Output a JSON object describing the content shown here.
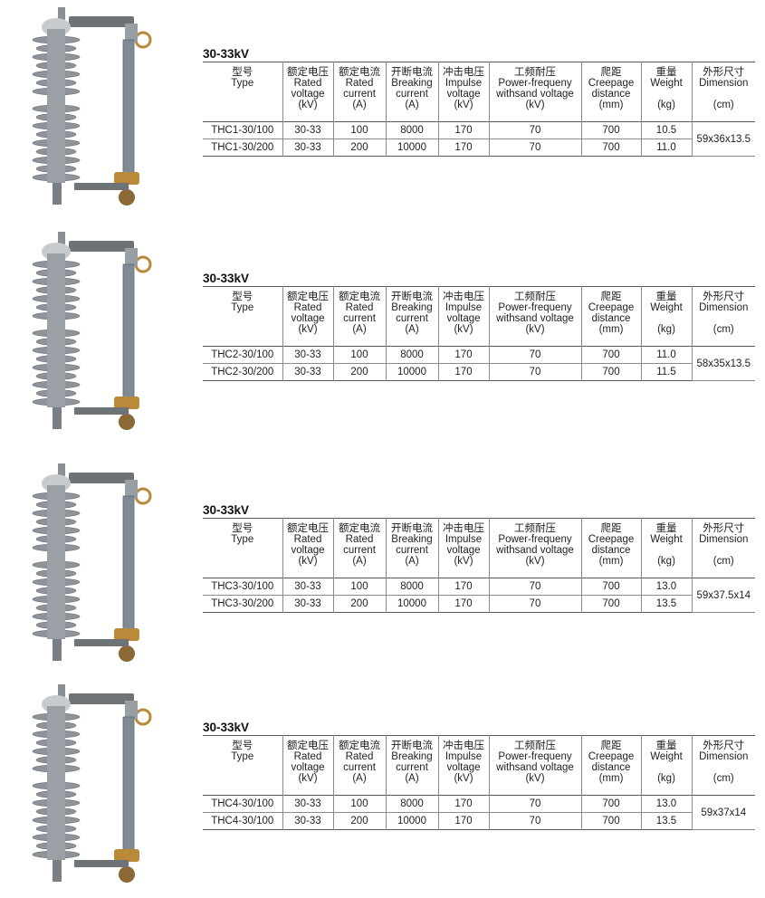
{
  "header_labels": {
    "type_zh": "型号",
    "type_en": "Type",
    "voltage_zh": "额定电压",
    "voltage_en1": "Rated",
    "voltage_en2": "voltage",
    "voltage_unit": "(kV)",
    "current_zh": "额定电流",
    "current_en1": "Rated",
    "current_en2": "current",
    "current_unit": "(A)",
    "breaking_zh": "开断电流",
    "breaking_en1": "Breaking",
    "breaking_en2": "current",
    "breaking_unit": "(A)",
    "impulse_zh": "冲击电压",
    "impulse_en1": "Impulse",
    "impulse_en2": "voltage",
    "impulse_unit": "(kV)",
    "pf_zh": "工频耐压",
    "pf_en1": "Power-frequeny",
    "pf_en2": "withsand voltage",
    "pf_unit": "(kV)",
    "creep_zh": "爬距",
    "creep_en1": "Creepage",
    "creep_en2": "distance",
    "creep_unit": "(mm)",
    "weight_zh": "重量",
    "weight_en1": "Weight",
    "weight_unit": "(kg)",
    "dim_zh": "外形尺寸",
    "dim_en1": "Dimension",
    "dim_unit": "(cm)"
  },
  "products": [
    {
      "voltage_title": "30-33kV",
      "dimension": "59x36x13.5",
      "rows": [
        {
          "type": "THC1-30/100",
          "rated_voltage": "30-33",
          "rated_current": "100",
          "breaking": "8000",
          "impulse": "170",
          "pf_withstand": "70",
          "creepage": "700",
          "weight": "10.5"
        },
        {
          "type": "THC1-30/200",
          "rated_voltage": "30-33",
          "rated_current": "200",
          "breaking": "10000",
          "impulse": "170",
          "pf_withstand": "70",
          "creepage": "700",
          "weight": "11.0"
        }
      ]
    },
    {
      "voltage_title": "30-33kV",
      "dimension": "58x35x13.5",
      "rows": [
        {
          "type": "THC2-30/100",
          "rated_voltage": "30-33",
          "rated_current": "100",
          "breaking": "8000",
          "impulse": "170",
          "pf_withstand": "70",
          "creepage": "700",
          "weight": "11.0"
        },
        {
          "type": "THC2-30/200",
          "rated_voltage": "30-33",
          "rated_current": "200",
          "breaking": "10000",
          "impulse": "170",
          "pf_withstand": "70",
          "creepage": "700",
          "weight": "11.5"
        }
      ]
    },
    {
      "voltage_title": "30-33kV",
      "dimension": "59x37.5x14",
      "rows": [
        {
          "type": "THC3-30/100",
          "rated_voltage": "30-33",
          "rated_current": "100",
          "breaking": "8000",
          "impulse": "170",
          "pf_withstand": "70",
          "creepage": "700",
          "weight": "13.0"
        },
        {
          "type": "THC3-30/200",
          "rated_voltage": "30-33",
          "rated_current": "200",
          "breaking": "10000",
          "impulse": "170",
          "pf_withstand": "70",
          "creepage": "700",
          "weight": "13.5"
        }
      ]
    },
    {
      "voltage_title": "30-33kV",
      "dimension": "59x37x14",
      "rows": [
        {
          "type": "THC4-30/100",
          "rated_voltage": "30-33",
          "rated_current": "100",
          "breaking": "8000",
          "impulse": "170",
          "pf_withstand": "70",
          "creepage": "700",
          "weight": "13.0"
        },
        {
          "type": "THC4-30/100",
          "rated_voltage": "30-33",
          "rated_current": "200",
          "breaking": "10000",
          "impulse": "170",
          "pf_withstand": "70",
          "creepage": "700",
          "weight": "13.5"
        }
      ]
    }
  ],
  "colors": {
    "insulator": "#8e9499",
    "tube": "#7f8a94",
    "brass": "#b98a3a",
    "rule_dark": "#555555",
    "rule_light": "#8a8a8a"
  }
}
